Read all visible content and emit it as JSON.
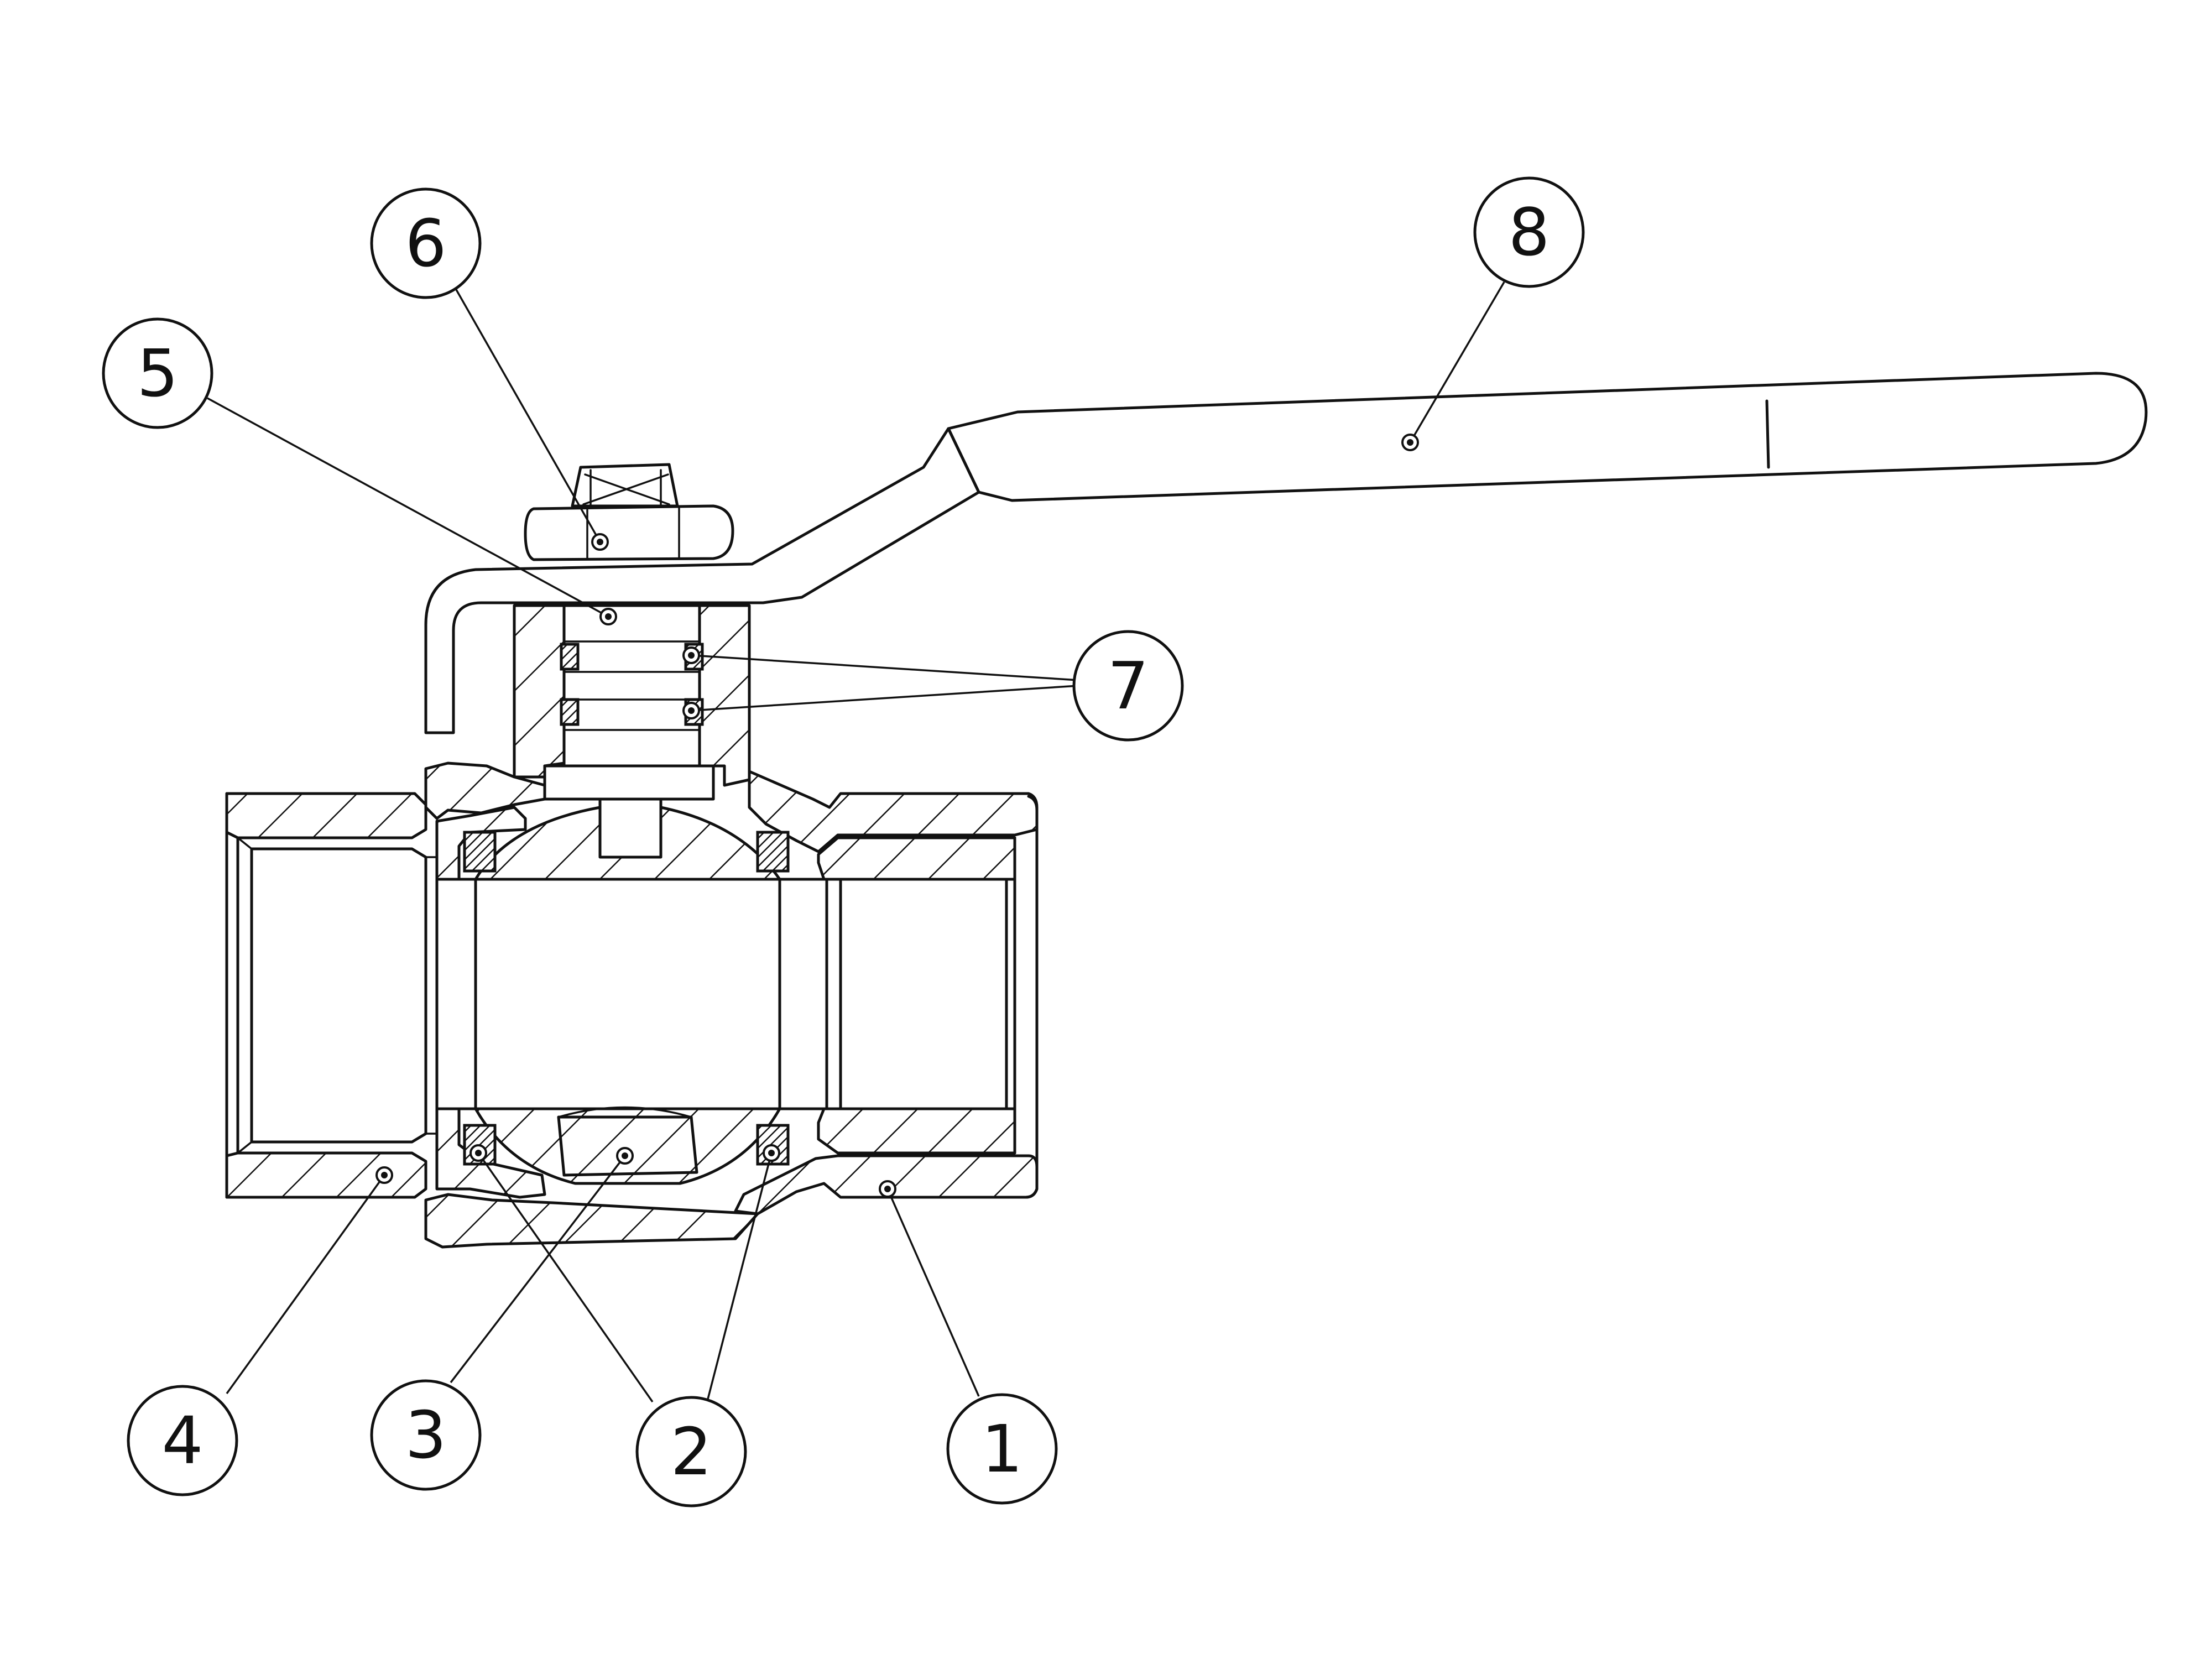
{
  "diagram": {
    "callouts": [
      {
        "id": "callout-1",
        "label": "1"
      },
      {
        "id": "callout-2",
        "label": "2"
      },
      {
        "id": "callout-3",
        "label": "3"
      },
      {
        "id": "callout-4",
        "label": "4"
      },
      {
        "id": "callout-5",
        "label": "5"
      },
      {
        "id": "callout-6",
        "label": "6"
      },
      {
        "id": "callout-7",
        "label": "7"
      },
      {
        "id": "callout-8",
        "label": "8"
      }
    ]
  }
}
